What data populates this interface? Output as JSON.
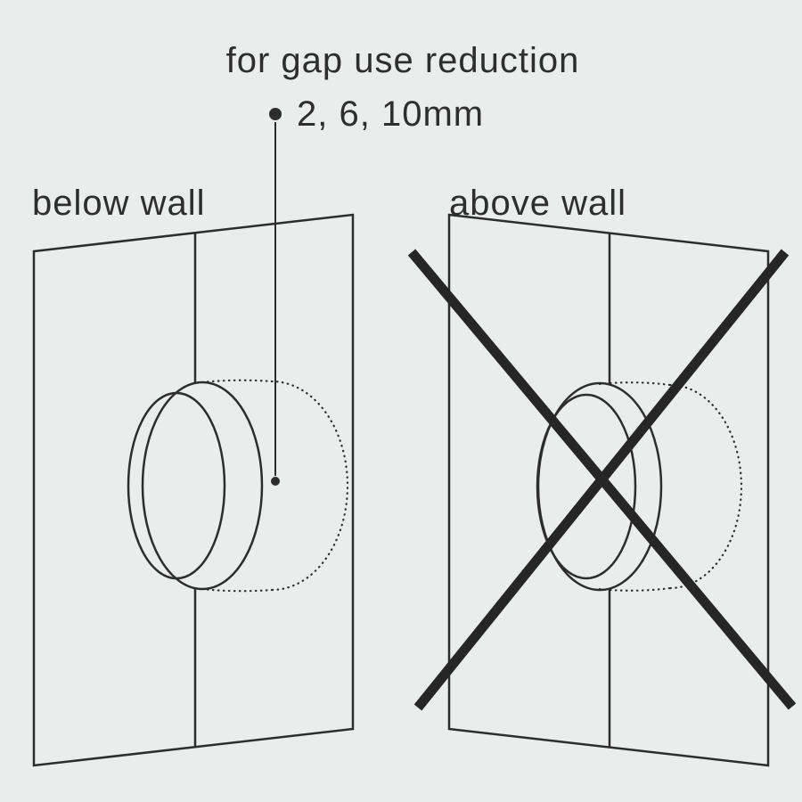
{
  "annotation": {
    "title": "for gap use reduction",
    "values": "2, 6, 10mm"
  },
  "panels": {
    "left": {
      "label": "below wall",
      "crossed_out": false
    },
    "right": {
      "label": "above wall",
      "crossed_out": true
    }
  },
  "icons": {
    "bullet": "callout-dot-icon",
    "cross": "prohibition-cross-icon"
  },
  "colors": {
    "bg": "#ebedec",
    "ink": "#2d2d2d",
    "text": "#2e2e2e",
    "cross": "#262626"
  }
}
